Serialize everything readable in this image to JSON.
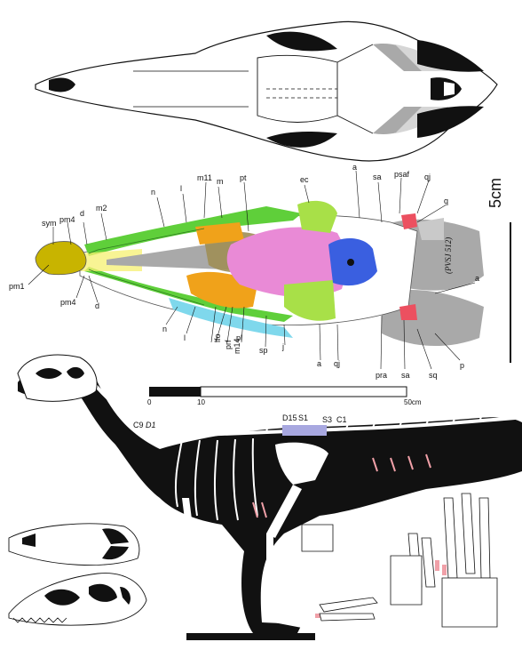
{
  "figure": {
    "scale_bar_vertical": "5cm",
    "specimen_id": "(PVSJ 512)",
    "scale_bar_ticks": [
      "0",
      "10",
      "50cm"
    ],
    "vertebra_labels": [
      "C9",
      "D1",
      "D15",
      "S1",
      "S3",
      "C1"
    ],
    "palate_labels": {
      "pm1": "pm1",
      "sym": "sym",
      "pm4_upper": "pm4",
      "d_upper": "d",
      "m2": "m2",
      "n_upper": "n",
      "l_upper": "l",
      "m11": "m11",
      "m": "m",
      "pt": "pt",
      "ec": "ec",
      "a_upper": "a",
      "sa_upper": "sa",
      "psaf": "psaf",
      "qj_upper": "qj",
      "q": "q",
      "a_right": "a",
      "pm4_lower": "pm4",
      "d_lower": "d",
      "n_lower": "n",
      "l_lower": "l",
      "lfo": "lfo",
      "prf": "prf",
      "m14": "m14",
      "pl": "pl",
      "sp": "sp",
      "j": "j",
      "a_lower": "a",
      "qj_lower": "qj",
      "pra": "pra",
      "sa_lower": "sa",
      "sq": "sq",
      "p": "p"
    },
    "colors": {
      "premaxilla": "#c8b400",
      "maxilla": "#5fcf3a",
      "dentary": "#5fcf3a",
      "palatine": "#f0a21a",
      "pterygoid": "#e98ad6",
      "ectopterygoid": "#a8e048",
      "vomer": "#3a5fe0",
      "braincase": "#9e8e55",
      "quadrate": "#ec5060",
      "splenial": "#7fd8ec",
      "bone_gray": "#a9a9a9",
      "vert_highlight": "#a8a8e0",
      "pink_accent": "#f0a0a8"
    }
  }
}
